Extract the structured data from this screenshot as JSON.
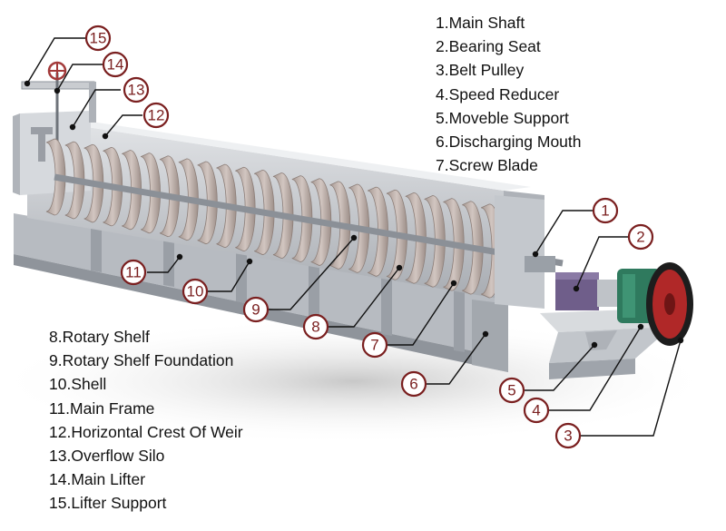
{
  "legend_top": [
    "1.Main Shaft",
    "2.Bearing Seat",
    "3.Belt Pulley",
    "4.Speed Reducer",
    "5.Moveble Support",
    "6.Discharging Mouth",
    "7.Screw Blade"
  ],
  "legend_bottom": [
    "8.Rotary Shelf",
    "9.Rotary Shelf Foundation",
    "10.Shell",
    "11.Main Frame",
    "12.Horizontal Crest Of Weir",
    "13.Overflow Silo",
    "14.Main Lifter",
    "15.Lifter Support"
  ],
  "callouts": [
    "1",
    "2",
    "3",
    "4",
    "5",
    "6",
    "7",
    "8",
    "9",
    "10",
    "11",
    "12",
    "13",
    "14",
    "15"
  ],
  "colors": {
    "callout_ring": "#7a1f1f",
    "machine_body": "#c9ccd0",
    "blade": "#b9a9a2",
    "motor": "#6f5e8a",
    "reducer": "#2f7a5e",
    "pulley": "#b02828"
  }
}
